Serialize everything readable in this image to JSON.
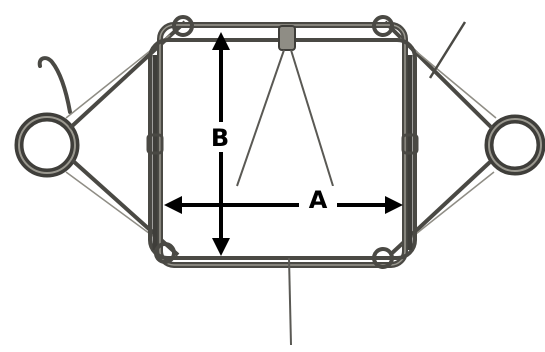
{
  "photo": {
    "subject": "body-grip-trap",
    "colors": {
      "wire": "#4a4944",
      "wire_highlight": "#8f8d85",
      "arrow": "#000000",
      "background": "#ffffff"
    }
  },
  "dimensions": {
    "width_label": "A",
    "height_label": "B"
  }
}
